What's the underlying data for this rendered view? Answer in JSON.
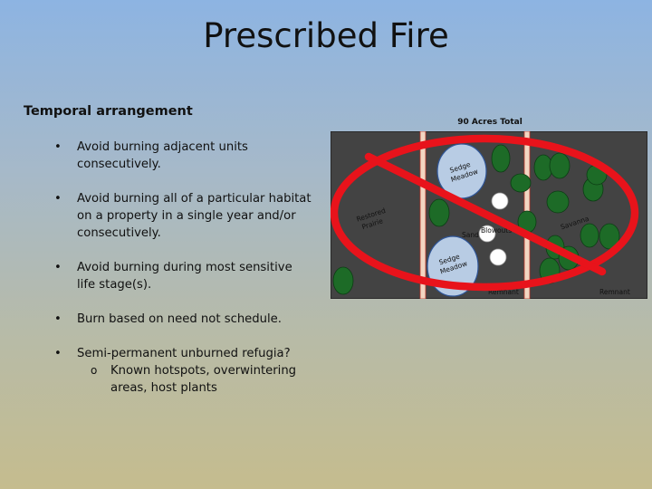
{
  "slide": {
    "title": "Prescribed Fire",
    "subtitle": "Temporal arrangement",
    "bullets": [
      "Avoid burning adjacent units consecutively.",
      "Avoid burning all of a particular habitat on a property in a single year and/or consecutively.",
      "Avoid burning during most sensitive life stage(s).",
      "Burn based on need not schedule.",
      "Semi-permanent unburned refugia?"
    ],
    "sub_bullets": [
      "Known hotspots, overwintering areas, host plants"
    ]
  },
  "map": {
    "caption": "90 Acres Total",
    "labels": {
      "restored_prairie_1": "Restored",
      "restored_prairie_2": "Prairie",
      "sedge_meadow_top_1": "Sedge",
      "sedge_meadow_top_2": "Meadow",
      "sedge_meadow_bottom_1": "Sedge",
      "sedge_meadow_bottom_2": "Meadow",
      "sand_blowouts_left": "Sand",
      "sand_blowouts_right": "Blowouts",
      "savanna": "Savanna",
      "remnant_center": "Remnant",
      "remnant_right": "Remnant"
    },
    "colors": {
      "field": "#434343",
      "firebreak": "#f2d6c2",
      "firebreak_edge": "#c0392b",
      "sedge": "#b8cce4",
      "tree": "#1d6b27",
      "prohibition": "#e8131b"
    },
    "icons": [
      "tree-icon",
      "prohibition-sign-icon"
    ]
  }
}
